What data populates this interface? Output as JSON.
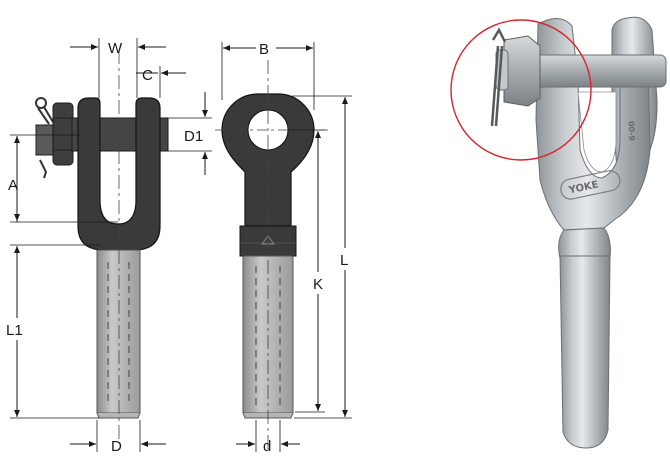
{
  "dimension_labels": {
    "W": "W",
    "C": "C",
    "B": "B",
    "D1": "D1",
    "A": "A",
    "L": "L",
    "K": "K",
    "L1": "L1",
    "D": "D",
    "d": "d"
  },
  "photo": {
    "engraving": "YOKE",
    "engraving_small": "00-9",
    "highlight_color": "#d9232e"
  }
}
